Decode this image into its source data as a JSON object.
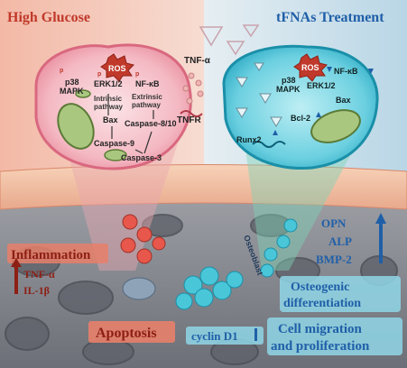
{
  "panels": {
    "left_title": "High Glucose",
    "right_title": "tFNAs Treatment"
  },
  "left_cell": {
    "ros": "ROS",
    "p38": "p38",
    "mapk": "MAPK",
    "erk": "ERK1/2",
    "nfkb": "NF-κB",
    "p1": "p",
    "p2": "p",
    "p3": "p",
    "intrinsic1": "Intrinsic",
    "intrinsic2": "pathway",
    "extrinsic1": "Extrinsic",
    "extrinsic2": "pathway",
    "bax": "Bax",
    "caspase810": "Caspase-8/10",
    "caspase9": "Caspase-9",
    "caspase3": "Caspase-3"
  },
  "middle": {
    "tnfa": "TNF-α",
    "tnfr": "TNFR"
  },
  "right_cell": {
    "ros": "ROS",
    "nfkb": "NF-κB",
    "p38": "p38",
    "mapk": "MAPK",
    "erk": "ERK1/2",
    "bax": "Bax",
    "bcl2": "Bcl-2",
    "runx2": "Runx2"
  },
  "bottom": {
    "inflammation": "Inflammation",
    "tnfa": "TNF-α",
    "il1b": "IL-1β",
    "apoptosis": "Apoptosis",
    "osteoblast": "Osteoblast",
    "cyclin": "cyclin D1",
    "opn": "OPN",
    "alp": "ALP",
    "bmp2": "BMP-2",
    "osteo1": "Osteogenic",
    "osteo2": "differentiation",
    "mig1": "Cell migration",
    "mig2": "and proliferation"
  },
  "colors": {
    "red_text": "#c0392b",
    "blue_text": "#1f5fa8",
    "left_bg": "#f4c7b8",
    "right_bg": "#cfe3ef",
    "left_cell": "#f2a7b3",
    "right_cell": "#53c3d6"
  }
}
